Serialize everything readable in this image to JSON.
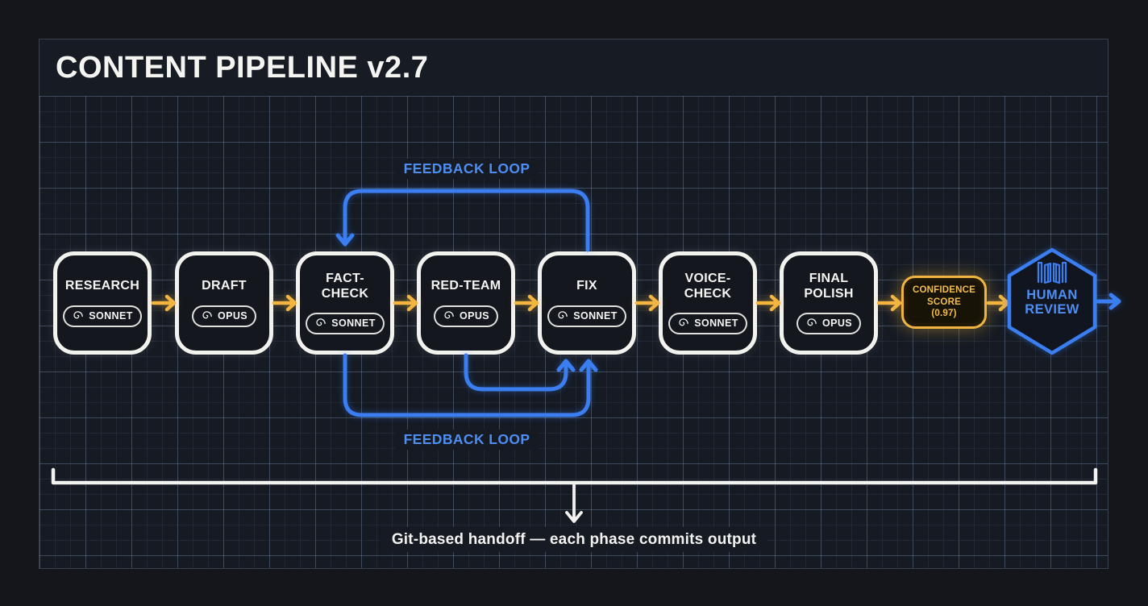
{
  "title": "CONTENT PIPELINE v2.7",
  "colors": {
    "accent_yellow": "#f3b440",
    "accent_blue": "#3b7ef2",
    "box_border": "#f2f2ee",
    "background": "#151a23"
  },
  "icons": {
    "model_badge": "spiral-icon",
    "human_review": "gate-icon"
  },
  "stages": [
    {
      "label": "RESEARCH",
      "model": "SONNET"
    },
    {
      "label": "DRAFT",
      "model": "OPUS"
    },
    {
      "label": "FACT-CHECK",
      "model": "SONNET"
    },
    {
      "label": "RED-TEAM",
      "model": "OPUS"
    },
    {
      "label": "FIX",
      "model": "SONNET"
    },
    {
      "label": "VOICE-CHECK",
      "model": "SONNET"
    },
    {
      "label": "FINAL POLISH",
      "model": "OPUS"
    }
  ],
  "confidence": {
    "lines": [
      "CONFIDENCE",
      "SCORE",
      "(0.97)"
    ]
  },
  "human_review": {
    "lines": [
      "HUMAN",
      "REVIEW"
    ]
  },
  "feedback_loop_top": "FEEDBACK LOOP",
  "feedback_loop_bottom": "FEEDBACK LOOP",
  "caption": "Git-based handoff — each phase commits output"
}
